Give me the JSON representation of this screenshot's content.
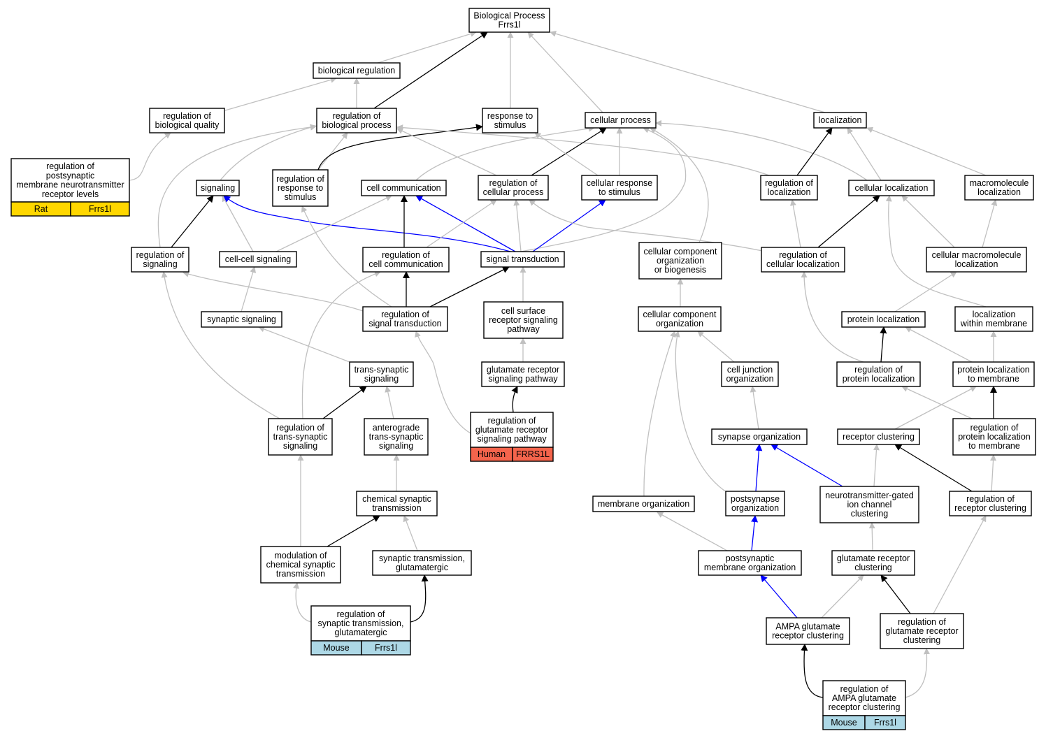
{
  "colors": {
    "gray": "#c0c0c0",
    "black": "#000000",
    "blue": "#0000ff",
    "rat": "#ffd700",
    "human": "#f4644c",
    "mouse": "#add8e6"
  },
  "nodes": {
    "bp": [
      "Biological Process",
      "Frrs1l"
    ],
    "bioreg": [
      "biological regulation"
    ],
    "regbioqual": [
      "regulation of",
      "biological quality"
    ],
    "regbioproc": [
      "regulation of",
      "biological process"
    ],
    "respstim": [
      "response to",
      "stimulus"
    ],
    "cellproc": [
      "cellular process"
    ],
    "localization": [
      "localization"
    ],
    "regpost": [
      "regulation of",
      "postsynaptic",
      "membrane neurotransmitter",
      "receptor levels"
    ],
    "signaling": [
      "signaling"
    ],
    "regrespstim": [
      "regulation of",
      "response to",
      "stimulus"
    ],
    "cellcomm": [
      "cell communication"
    ],
    "regcellproc": [
      "regulation of",
      "cellular process"
    ],
    "cellrespstim": [
      "cellular response",
      "to stimulus"
    ],
    "regloc": [
      "regulation of",
      "localization"
    ],
    "cellloc": [
      "cellular localization"
    ],
    "macroloc": [
      "macromolecule",
      "localization"
    ],
    "regsignaling": [
      "regulation of",
      "signaling"
    ],
    "cellcellsig": [
      "cell-cell signaling"
    ],
    "regcellcomm": [
      "regulation of",
      "cell communication"
    ],
    "sigtrans": [
      "signal transduction"
    ],
    "ccob": [
      "cellular component",
      "organization",
      "or biogenesis"
    ],
    "regcellloc": [
      "regulation of",
      "cellular localization"
    ],
    "cellmacroloc": [
      "cellular macromolecule",
      "localization"
    ],
    "synsig": [
      "synaptic signaling"
    ],
    "regsigtrans": [
      "regulation of",
      "signal transduction"
    ],
    "csrsp": [
      "cell surface",
      "receptor signaling",
      "pathway"
    ],
    "cco": [
      "cellular component",
      "organization"
    ],
    "protloc": [
      "protein localization"
    ],
    "locwithinmem": [
      "localization",
      "within membrane"
    ],
    "transsyn": [
      "trans-synaptic",
      "signaling"
    ],
    "glursp": [
      "glutamate receptor",
      "signaling pathway"
    ],
    "celljunc": [
      "cell junction",
      "organization"
    ],
    "regprotloc": [
      "regulation of",
      "protein localization"
    ],
    "protlocmem": [
      "protein localization",
      "to membrane"
    ],
    "regtranssyn": [
      "regulation of",
      "trans-synaptic",
      "signaling"
    ],
    "antero": [
      "anterograde",
      "trans-synaptic",
      "signaling"
    ],
    "regglursp": [
      "regulation of",
      "glutamate receptor",
      "signaling pathway"
    ],
    "synorg": [
      "synapse organization"
    ],
    "recclust": [
      "receptor clustering"
    ],
    "regprotlocmem": [
      "regulation of",
      "protein localization",
      "to membrane"
    ],
    "chemsyn": [
      "chemical synaptic",
      "transmission"
    ],
    "memorg": [
      "membrane organization"
    ],
    "postsynorg": [
      "postsynapse",
      "organization"
    ],
    "ntgated": [
      "neurotransmitter-gated",
      "ion channel",
      "clustering"
    ],
    "regrecclust": [
      "regulation of",
      "receptor clustering"
    ],
    "modchemsyn": [
      "modulation of",
      "chemical synaptic",
      "transmission"
    ],
    "syntransglu": [
      "synaptic transmission,",
      "glutamatergic"
    ],
    "postsynmemorg": [
      "postsynaptic",
      "membrane organization"
    ],
    "glurecclust": [
      "glutamate receptor",
      "clustering"
    ],
    "regsyntransglu": [
      "regulation of",
      "synaptic transmission,",
      "glutamatergic"
    ],
    "ampaclust": [
      "AMPA glutamate",
      "receptor clustering"
    ],
    "regglurecclust": [
      "regulation of",
      "glutamate receptor",
      "clustering"
    ],
    "regampa": [
      "regulation of",
      "AMPA glutamate",
      "receptor clustering"
    ]
  },
  "annotations": {
    "regpost": [
      "Rat",
      "Frrs1l"
    ],
    "regglursp": [
      "Human",
      "FRRS1L"
    ],
    "regsyntransglu": [
      "Mouse",
      "Frrs1l"
    ],
    "regampa": [
      "Mouse",
      "Frrs1l"
    ]
  }
}
